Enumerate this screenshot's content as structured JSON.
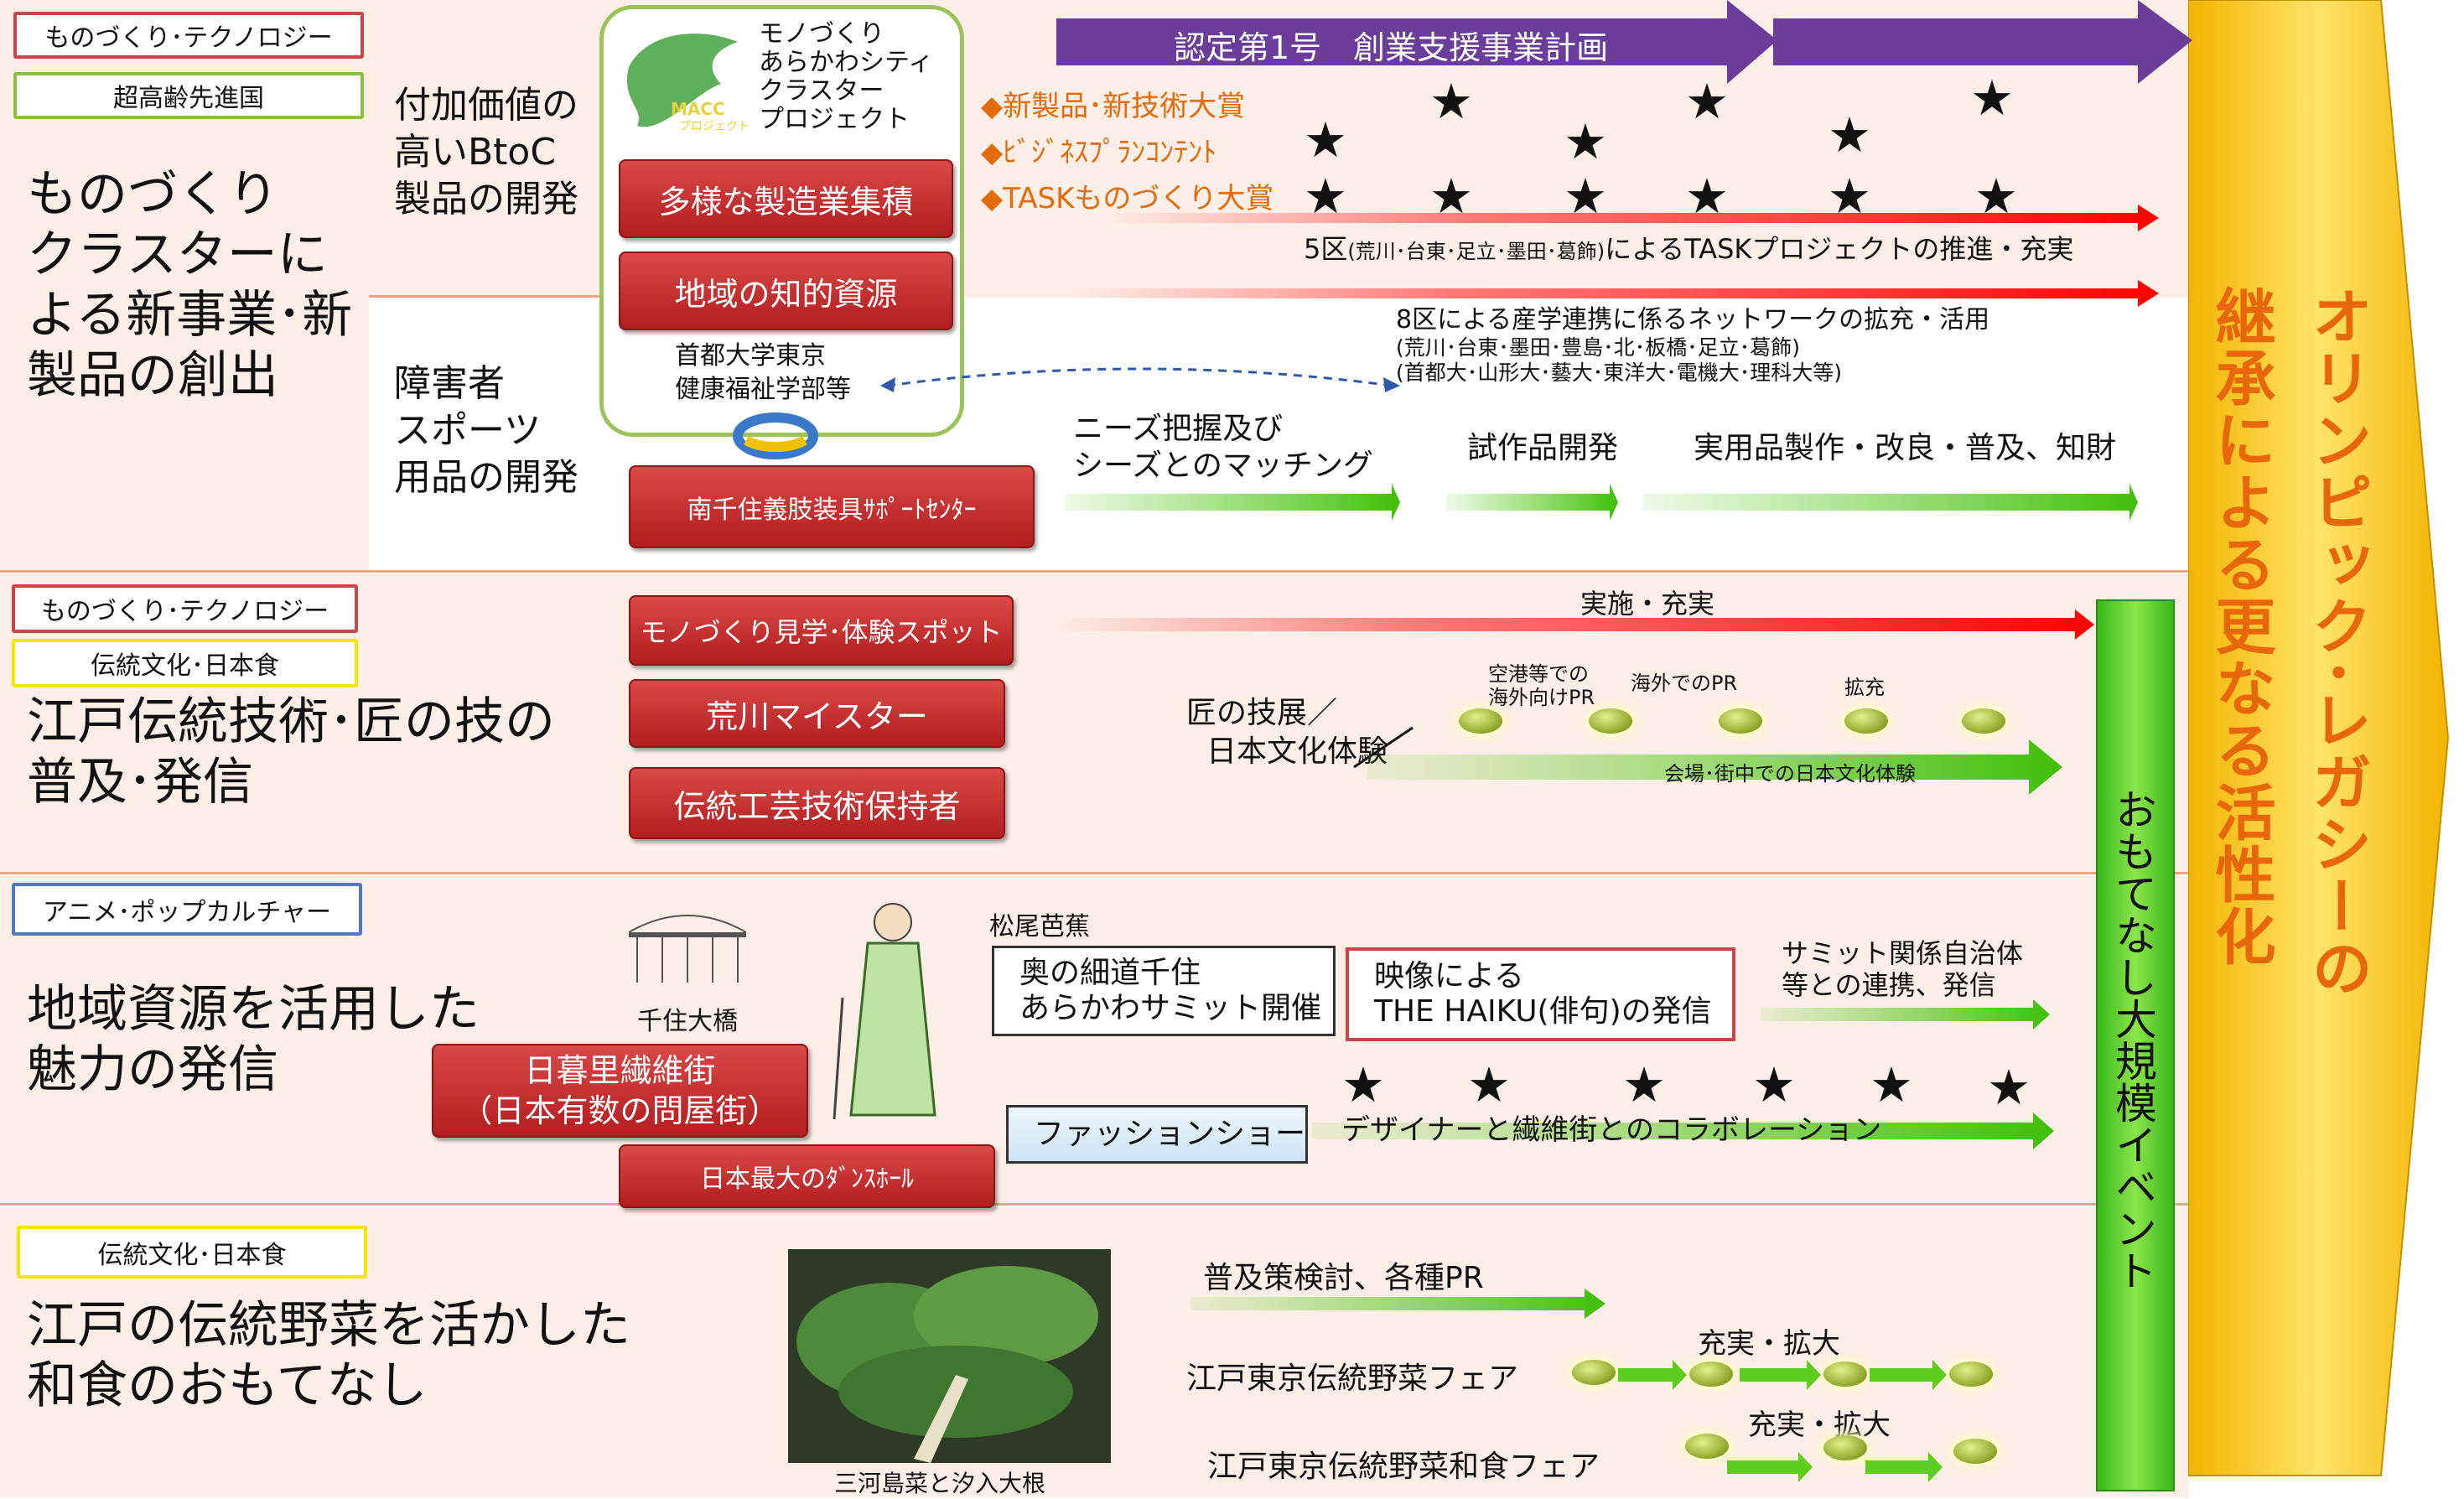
{
  "colors": {
    "band_pink": "#fdeee7",
    "divider": "#f2a27f",
    "red_box": "#c8292b",
    "purple": "#6a3d9a",
    "orange_text": "#e46b0a",
    "gold": "#f5c400",
    "green_arrow": "#5ccf1e",
    "red_arrow": "#ff2a2a"
  },
  "tags": {
    "s1a": "ものづくり･テクノロジー",
    "s1b": "超高齢先進国",
    "s2a": "ものづくり･テクノロジー",
    "s2b": "伝統文化･日本食",
    "s3a": "アニメ･ポップカルチャー",
    "s4a": "伝統文化･日本食"
  },
  "sections": {
    "s1_title": [
      "ものづくり",
      "クラスターに",
      "よる新事業･新",
      "製品の創出"
    ],
    "s1_sub1": [
      "付加価値の",
      "高いBtoC",
      "製品の開発"
    ],
    "s1_sub2": [
      "障害者",
      "スポーツ",
      "用品の開発"
    ],
    "s2_title": [
      "江戸伝統技術･匠の技の",
      "普及･発信"
    ],
    "s3_title": [
      "地域資源を活用した",
      "魅力の発信"
    ],
    "s4_title": [
      "江戸の伝統野菜を活かした",
      "和食のおもてなし"
    ]
  },
  "cluster": {
    "lines": [
      "モノづくり",
      "あらかわシティ",
      "クラスター",
      "プロジェクト"
    ],
    "logo": "MACC",
    "logo_sub": "プロジェクト"
  },
  "redboxes": {
    "r1": "多様な製造業集積",
    "r2": "地域の知的資源",
    "r3": "南千住義肢装具ｻﾎﾟｰﾄｾﾝﾀｰ",
    "r4": "モノづくり見学･体験スポット",
    "r5": "荒川マイスター",
    "r6": "伝統工芸技術保持者",
    "r7a": "日暮里繊維街",
    "r7b": "（日本有数の問屋街）",
    "r8": "日本最大のﾀﾞﾝｽﾎｰﾙ"
  },
  "univ": [
    "首都大学東京",
    "健康福祉学部等"
  ],
  "purple": {
    "label": "認定第1号　創業支援事業計画"
  },
  "awards": [
    "◆新製品･新技術大賞",
    "◆ﾋﾞｼﾞﾈｽﾌﾟﾗﾝｺﾝﾃﾝﾄ",
    "◆TASKものづくり大賞"
  ],
  "task_line": {
    "a": "5区",
    "b": "(荒川･台東･足立･墨田･葛飾)",
    "c": "によるTASKプロジェクトの推進・充実"
  },
  "network": [
    "8区による産学連携に係るネットワークの拡充・活用",
    "(荒川･台東･墨田･豊島･北･板橋･足立･葛飾)",
    "(首都大･山形大･藝大･東洋大･電機大･理科大等)"
  ],
  "sports_steps": {
    "a1": "ニーズ把握及び",
    "a2": "シーズとのマッチング",
    "b": "試作品開発",
    "c": "実用品製作・改良・普及、知財"
  },
  "s2": {
    "implement": "実施・充実",
    "takumi1": "匠の技展／",
    "takumi2": "日本文化体験",
    "b1a": "空港等での",
    "b1b": "海外向けPR",
    "b2": "海外でのPR",
    "b3": "拡充",
    "arrow_label": "会場･街中での日本文化体験"
  },
  "s3": {
    "basho": "松尾芭蕉",
    "bridge": "千住大橋",
    "okuno1": "奥の細道千住",
    "okuno2": "あらかわサミット開催",
    "eizo1": "映像による",
    "eizo2": "THE HAIKU(俳句)の発信",
    "summit1": "サミット関係自治体",
    "summit2": "等との連携、発信",
    "fashion": "ファッションショー",
    "designer": "デザイナーと繊維街とのコラボレーション"
  },
  "s4": {
    "pr": "普及策検討、各種PR",
    "fair1": "江戸東京伝統野菜フェア",
    "fair2": "江戸東京伝統野菜和食フェア",
    "exp1": "充実・拡大",
    "exp2": "充実・拡大",
    "photo": "三河島菜と汐入大根"
  },
  "omotenashi": "おもてなし大規模イベント",
  "legacy": [
    "オリンピック･レガシーの",
    "継承による更なる活性化"
  ],
  "star": "★"
}
